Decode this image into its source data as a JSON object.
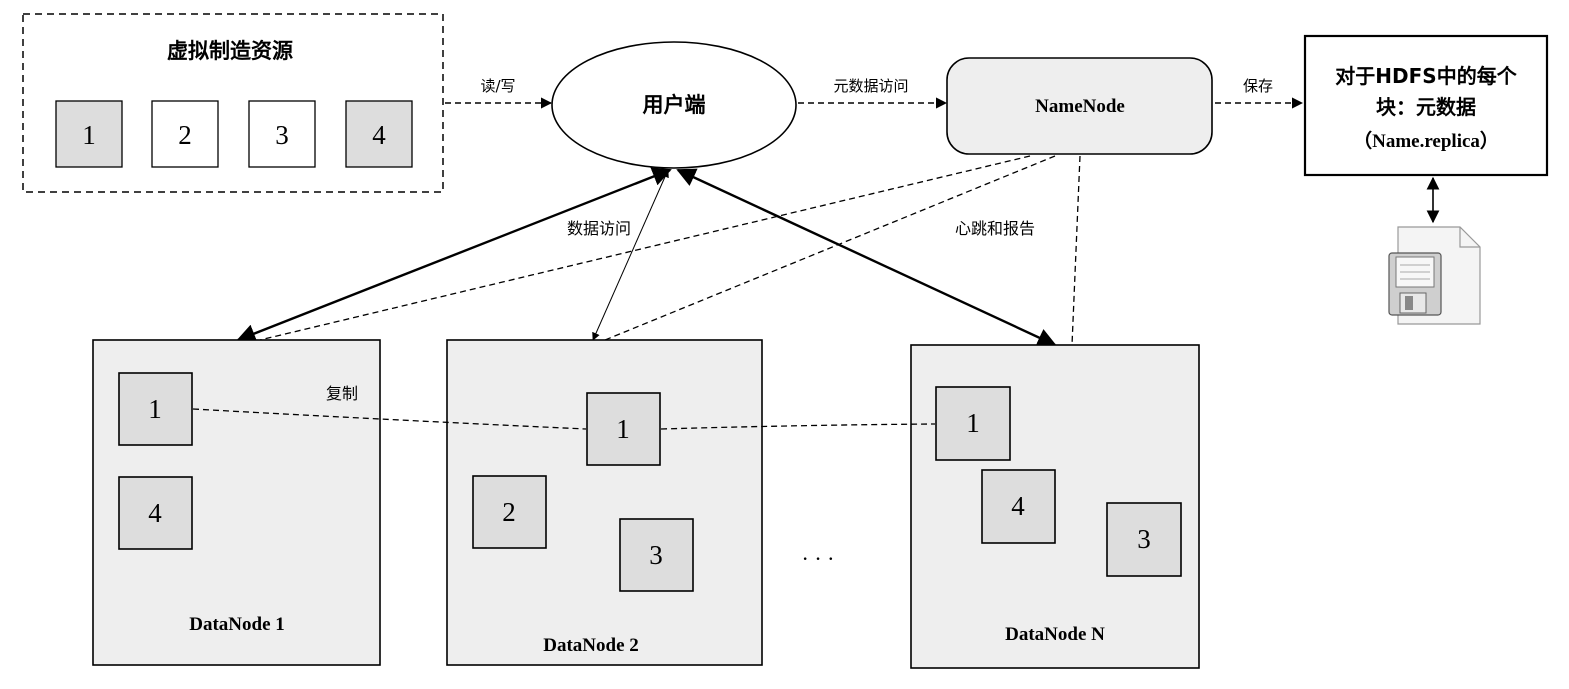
{
  "resource_pool": {
    "title": "虚拟制造资源",
    "blocks": [
      "1",
      "2",
      "3",
      "4"
    ]
  },
  "client": {
    "label": "用户端"
  },
  "namenode": {
    "label": "NameNode"
  },
  "metadata_box": {
    "line1": "对于HDFS中的每个",
    "line2": "块：元数据",
    "line3": "（Name.replica）"
  },
  "edges": {
    "read_write": "读/写",
    "metadata_access": "元数据访问",
    "save": "保存",
    "data_access": "数据访问",
    "heartbeat_report": "心跳和报告",
    "replicate": "复制"
  },
  "datanodes": [
    {
      "label": "DataNode 1",
      "blocks": [
        "1",
        "4"
      ]
    },
    {
      "label": "DataNode 2",
      "blocks": [
        "1",
        "2",
        "3"
      ]
    },
    {
      "label": "DataNode N",
      "blocks": [
        "1",
        "4",
        "3"
      ]
    }
  ],
  "ellipsis": "· · ·",
  "icons": {
    "metadata_file": "floppy-document-icon"
  },
  "colors": {
    "box_fill": "#eeeeee",
    "block_fill": "#dddddd",
    "white_block_fill": "#ffffff",
    "stroke": "#000000"
  }
}
